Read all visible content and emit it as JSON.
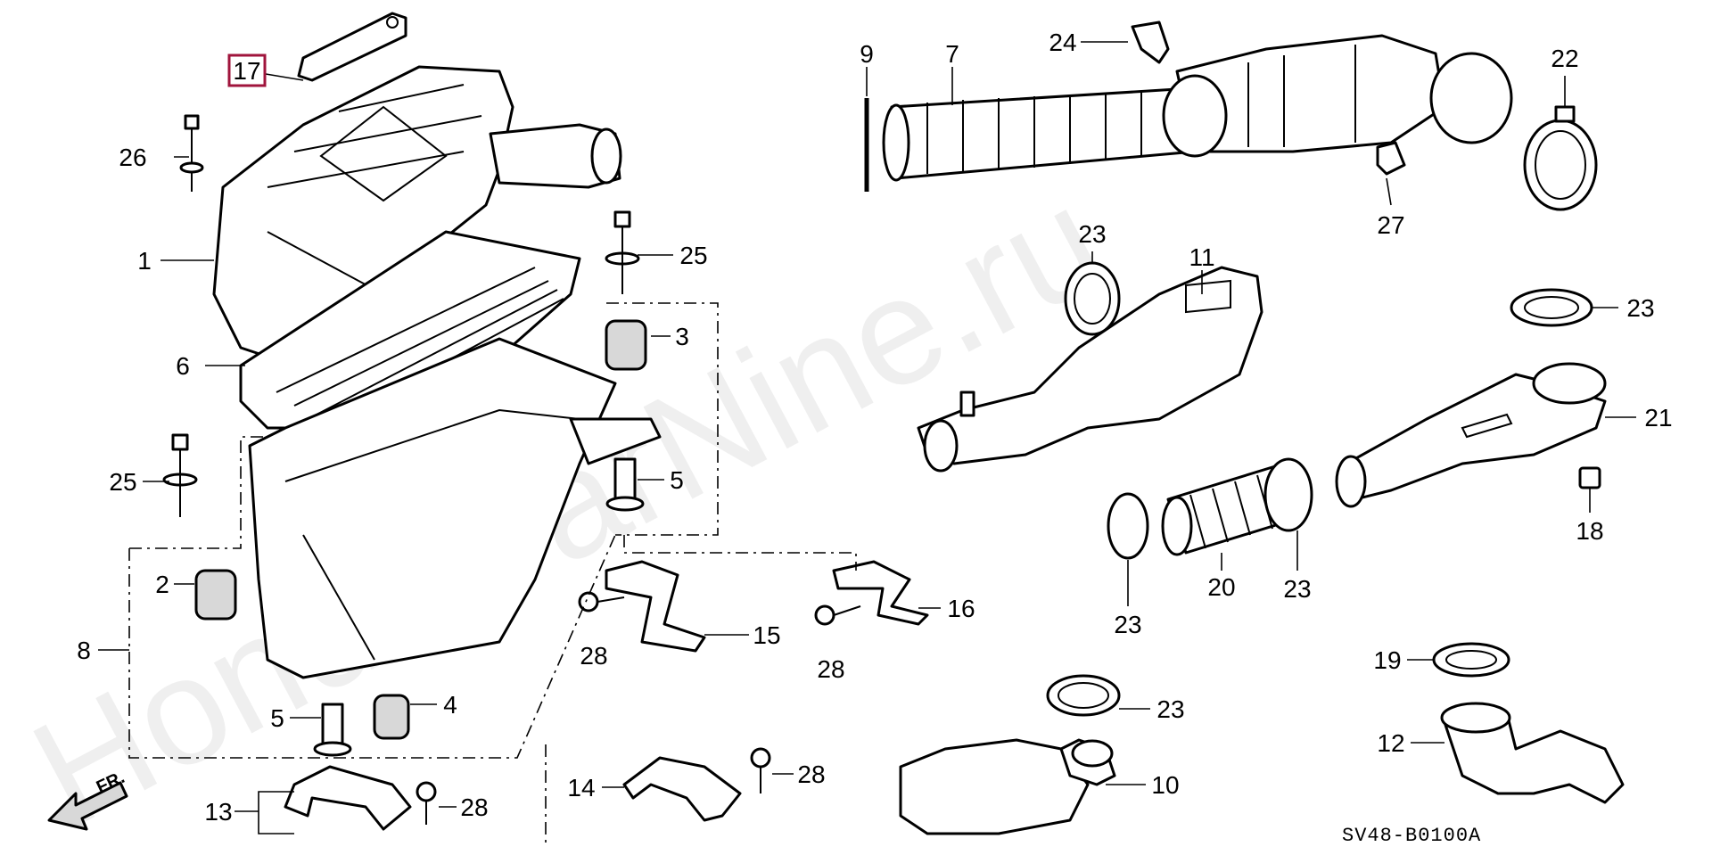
{
  "diagram": {
    "watermark": "HondaCarNine.ru",
    "code": "SV48-B0100A",
    "direction_label": "FR.",
    "highlighted_callout": "17",
    "accent_color": "#a0143c",
    "callouts": {
      "c1": "1",
      "c2": "2",
      "c3": "3",
      "c4": "4",
      "c5a": "5",
      "c5b": "5",
      "c6": "6",
      "c7": "7",
      "c8": "8",
      "c9": "9",
      "c10": "10",
      "c11": "11",
      "c12": "12",
      "c13": "13",
      "c14": "14",
      "c15": "15",
      "c16": "16",
      "c17": "17",
      "c18": "18",
      "c19": "19",
      "c20": "20",
      "c21": "21",
      "c22": "22",
      "c23a": "23",
      "c23b": "23",
      "c23c": "23",
      "c23d": "23",
      "c23e": "23",
      "c24": "24",
      "c25a": "25",
      "c25b": "25",
      "c26": "26",
      "c27": "27",
      "c28a": "28",
      "c28b": "28",
      "c28c": "28",
      "c28d": "28"
    }
  }
}
